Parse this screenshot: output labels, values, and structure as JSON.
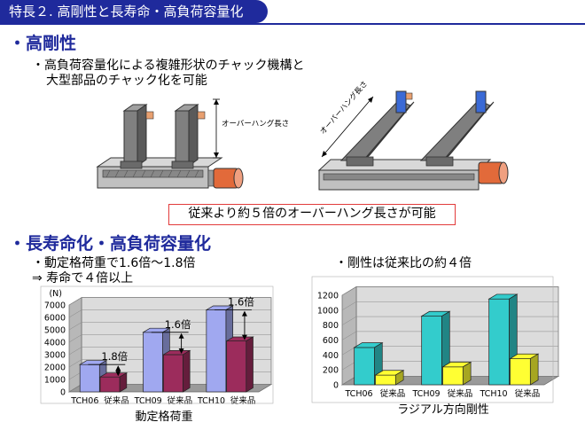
{
  "header": {
    "title": "特長２. 高剛性と長寿命・高負荷容量化"
  },
  "section1": {
    "heading": "・高剛性",
    "bullet_line1": "・高負荷容量化による複雑形状のチャック機構と",
    "bullet_line2": "大型部品のチャック化を可能",
    "label_overhang_left": "オーバーハング長さ",
    "label_overhang_right": "オーバーハング長さ",
    "callout": "従来より約５倍のオーバーハング長さが可能"
  },
  "section2": {
    "heading": "・長寿命化・高負荷容量化",
    "left_line1": "・動定格荷重で1.6倍～1.8倍",
    "left_line2": "⇒ 寿命で４倍以上",
    "right_line1": "・剛性は従来比の約４倍"
  },
  "chart_data": [
    {
      "type": "bar",
      "title": "動定格荷重",
      "ylabel": "(N)",
      "ylim": [
        0,
        7000
      ],
      "yticks": [
        0,
        1000,
        2000,
        3000,
        4000,
        5000,
        6000,
        7000
      ],
      "categories": [
        "TCH06",
        "従来品",
        "TCH09",
        "従来品",
        "TCH10",
        "従来品"
      ],
      "values": [
        2200,
        1200,
        4800,
        3000,
        6600,
        4100
      ],
      "colors": [
        "#a0a8f0",
        "#9c2c5c",
        "#a0a8f0",
        "#9c2c5c",
        "#a0a8f0",
        "#9c2c5c"
      ],
      "annotations": [
        "1.8倍",
        "1.6倍",
        "1.6倍"
      ]
    },
    {
      "type": "bar",
      "title": "ラジアル方向剛性",
      "ylim": [
        0,
        1200
      ],
      "yticks": [
        0,
        200,
        400,
        600,
        800,
        1000,
        1200
      ],
      "categories": [
        "TCH06",
        "従来品",
        "TCH09",
        "従来品",
        "TCH10",
        "従来品"
      ],
      "values": [
        500,
        130,
        920,
        240,
        1150,
        350
      ],
      "colors": [
        "#33cccc",
        "#ffff33",
        "#33cccc",
        "#ffff33",
        "#33cccc",
        "#ffff33"
      ]
    }
  ]
}
